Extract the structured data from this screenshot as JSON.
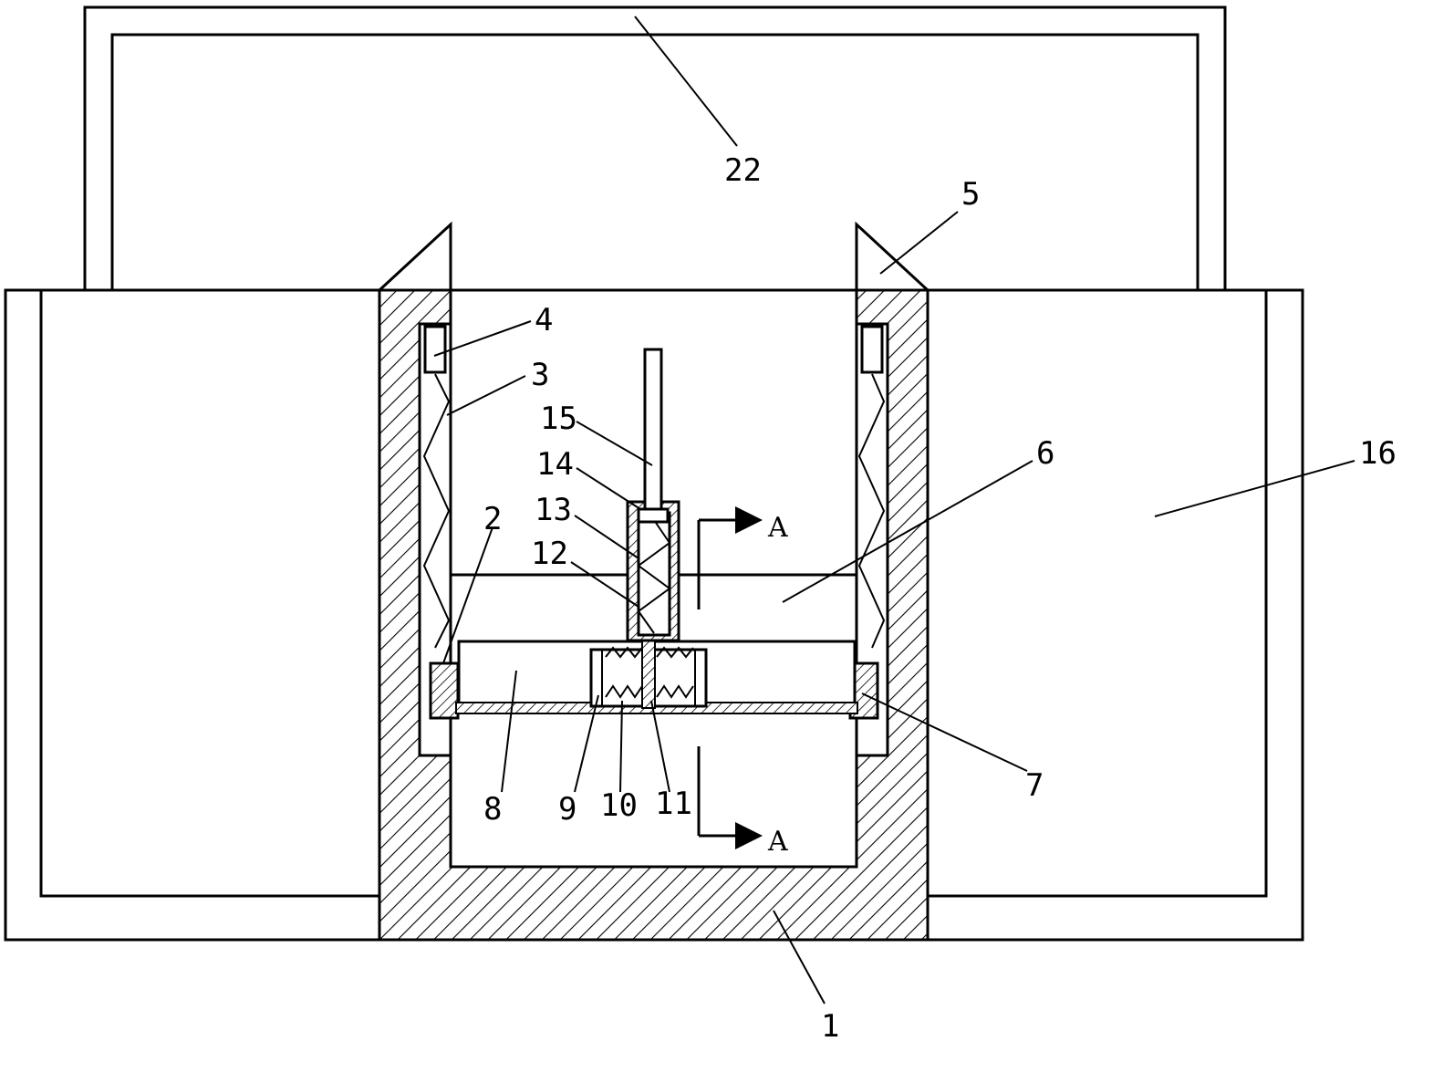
{
  "figure": {
    "part_labels": [
      {
        "id": "p22",
        "text": "22"
      },
      {
        "id": "p5",
        "text": "5"
      },
      {
        "id": "p4",
        "text": "4"
      },
      {
        "id": "p3",
        "text": "3"
      },
      {
        "id": "p15",
        "text": "15"
      },
      {
        "id": "p14",
        "text": "14"
      },
      {
        "id": "p13",
        "text": "13"
      },
      {
        "id": "p12",
        "text": "12"
      },
      {
        "id": "p2",
        "text": "2"
      },
      {
        "id": "p6",
        "text": "6"
      },
      {
        "id": "p16",
        "text": "16"
      },
      {
        "id": "p8",
        "text": "8"
      },
      {
        "id": "p9",
        "text": "9"
      },
      {
        "id": "p10",
        "text": "10"
      },
      {
        "id": "p11",
        "text": "11"
      },
      {
        "id": "p7",
        "text": "7"
      },
      {
        "id": "p1",
        "text": "1"
      }
    ],
    "section_marks": {
      "top": "A",
      "bottom": "A"
    }
  }
}
